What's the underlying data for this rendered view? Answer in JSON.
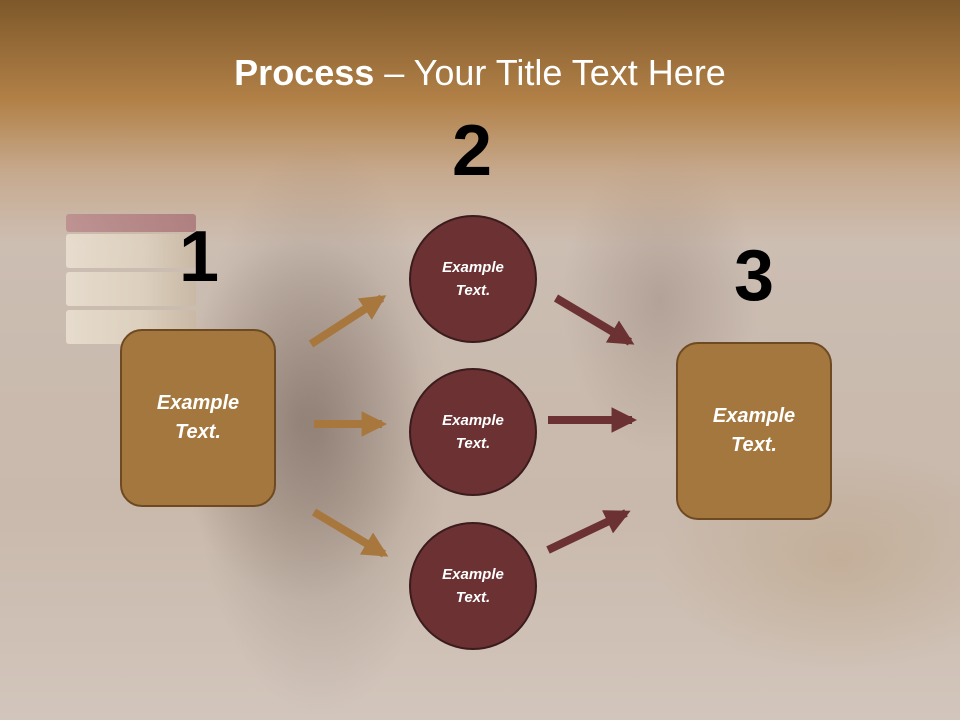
{
  "title": {
    "bold": "Process",
    "rest": " – Your Title Text Here"
  },
  "step_numbers": [
    "1",
    "2",
    "3"
  ],
  "left_box": {
    "line1": "Example",
    "line2": "Text."
  },
  "circles": [
    {
      "line1": "Example",
      "line2": "Text."
    },
    {
      "line1": "Example",
      "line2": "Text."
    },
    {
      "line1": "Example",
      "line2": "Text."
    }
  ],
  "right_box": {
    "line1": "Example",
    "line2": "Text."
  },
  "colors": {
    "box_fill": "#a4773e",
    "circle_fill": "#6b3133",
    "left_arrows": "#a8773e",
    "right_arrows": "#6b3133",
    "title_text": "#ffffff"
  }
}
